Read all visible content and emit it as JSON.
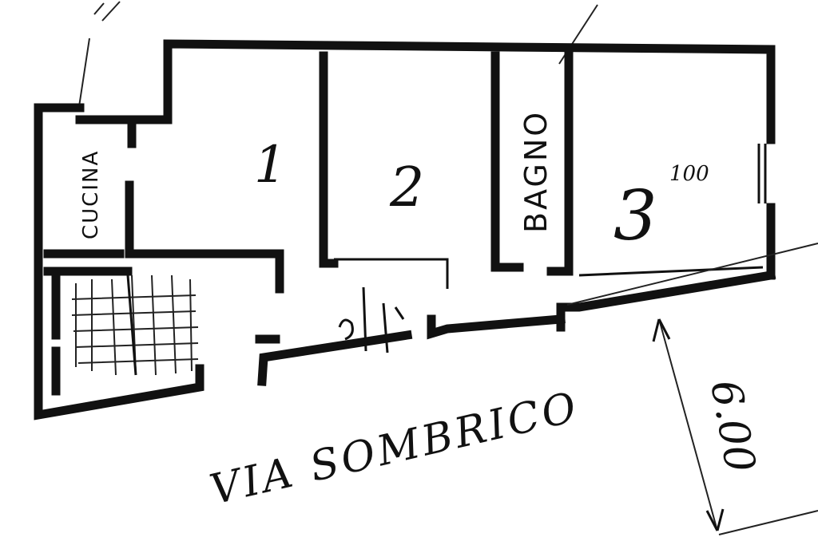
{
  "plan": {
    "rooms": {
      "kitchen": "CUCINA",
      "bathroom": "BAGNO",
      "room_1": "1",
      "room_2": "2",
      "room_3": "3",
      "room_3_note": "100"
    },
    "street_name": "VIA SOMBRICO",
    "street_width": "6.00"
  }
}
